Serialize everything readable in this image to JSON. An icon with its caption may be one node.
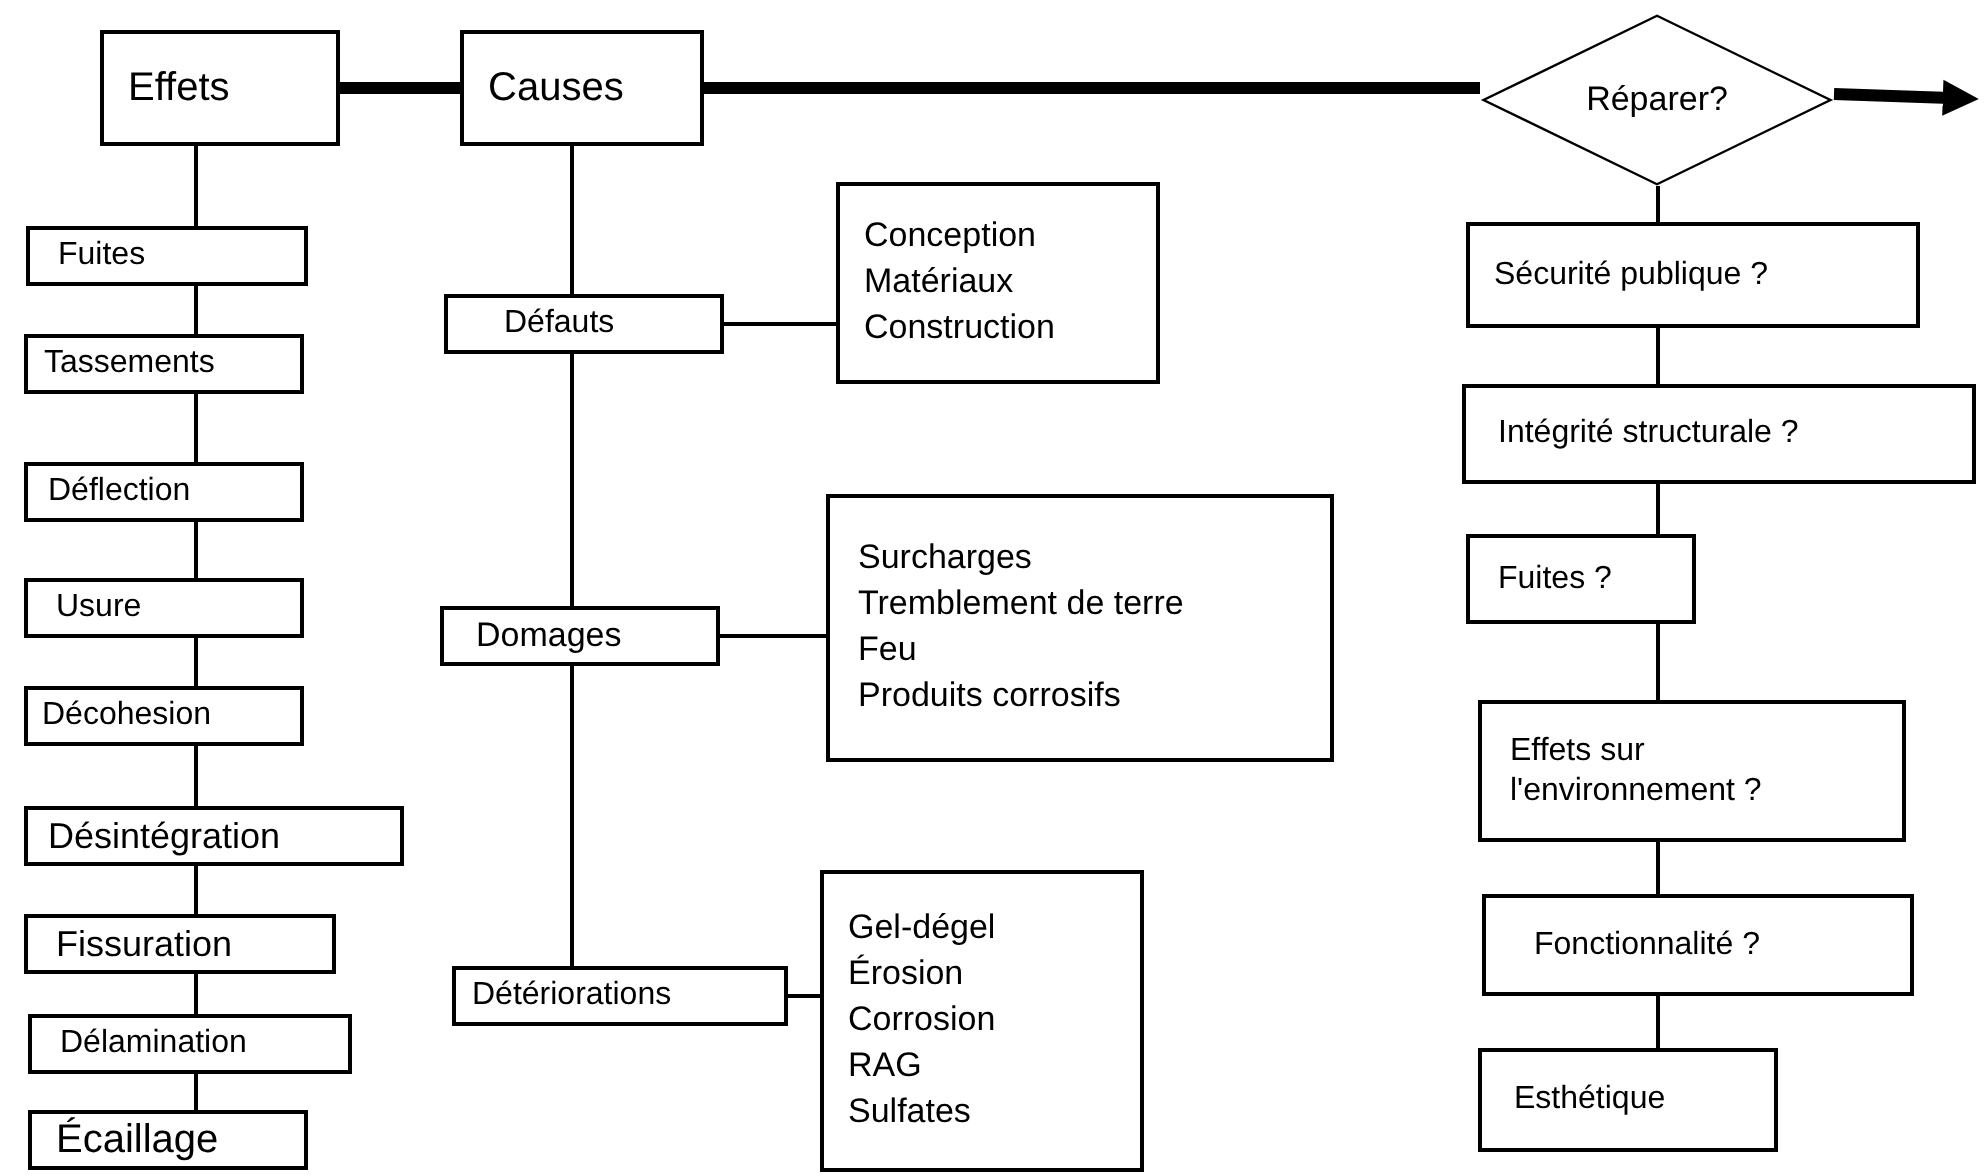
{
  "diagram": {
    "nodes": [
      {
        "text": [
          "Effets"
        ]
      },
      {
        "text": [
          "Causes"
        ]
      },
      {
        "text": [
          "Réparer?"
        ]
      },
      {
        "text": [
          "Fuites"
        ]
      },
      {
        "text": [
          "Tassements"
        ]
      },
      {
        "text": [
          "Déflection"
        ]
      },
      {
        "text": [
          "Usure"
        ]
      },
      {
        "text": [
          "Décohesion"
        ]
      },
      {
        "text": [
          "Désintégration"
        ]
      },
      {
        "text": [
          "Fissuration"
        ]
      },
      {
        "text": [
          "Délamination"
        ]
      },
      {
        "text": [
          "Écaillage"
        ]
      },
      {
        "text": [
          "Défauts"
        ]
      },
      {
        "text": [
          "Conception",
          "Matériaux",
          "Construction"
        ]
      },
      {
        "text": [
          "Domages"
        ]
      },
      {
        "text": [
          "Surcharges",
          "Tremblement de terre",
          "Feu",
          "Produits corrosifs"
        ]
      },
      {
        "text": [
          "Détériorations"
        ]
      },
      {
        "text": [
          "Gel-dégel",
          "Érosion",
          "Corrosion",
          "RAG",
          "Sulfates"
        ]
      },
      {
        "text": [
          "Sécurité publique ?"
        ]
      },
      {
        "text": [
          "Intégrité structurale ?"
        ]
      },
      {
        "text": [
          "Fuites ?"
        ]
      },
      {
        "text": [
          "Effets sur l'environnement ?"
        ]
      },
      {
        "text": [
          "Fonctionnalité ?"
        ]
      },
      {
        "text": [
          "Esthétique"
        ]
      }
    ],
    "edges": [
      {
        "from": 0,
        "to": 1,
        "arrow": "none",
        "style": "thick"
      },
      {
        "from": 1,
        "to": 2,
        "arrow": "none",
        "style": "thick"
      },
      {
        "from": 2,
        "to": null,
        "arrow": "to",
        "style": "thick"
      },
      {
        "from": 0,
        "to": 3,
        "arrow": "none"
      },
      {
        "from": 3,
        "to": 4,
        "arrow": "none"
      },
      {
        "from": 4,
        "to": 5,
        "arrow": "none"
      },
      {
        "from": 5,
        "to": 6,
        "arrow": "none"
      },
      {
        "from": 6,
        "to": 7,
        "arrow": "none"
      },
      {
        "from": 7,
        "to": 8,
        "arrow": "none"
      },
      {
        "from": 8,
        "to": 9,
        "arrow": "none"
      },
      {
        "from": 9,
        "to": 10,
        "arrow": "none"
      },
      {
        "from": 10,
        "to": 11,
        "arrow": "none"
      },
      {
        "from": 1,
        "to": 12,
        "arrow": "none"
      },
      {
        "from": 12,
        "to": 14,
        "arrow": "none"
      },
      {
        "from": 14,
        "to": 16,
        "arrow": "none"
      },
      {
        "from": 12,
        "to": 13,
        "arrow": "none"
      },
      {
        "from": 14,
        "to": 15,
        "arrow": "none"
      },
      {
        "from": 16,
        "to": 17,
        "arrow": "none"
      },
      {
        "from": 2,
        "to": 18,
        "arrow": "none"
      },
      {
        "from": 18,
        "to": 19,
        "arrow": "none"
      },
      {
        "from": 19,
        "to": 20,
        "arrow": "none"
      },
      {
        "from": 20,
        "to": 21,
        "arrow": "none"
      },
      {
        "from": 21,
        "to": 22,
        "arrow": "none"
      },
      {
        "from": 22,
        "to": 23,
        "arrow": "none"
      }
    ]
  }
}
